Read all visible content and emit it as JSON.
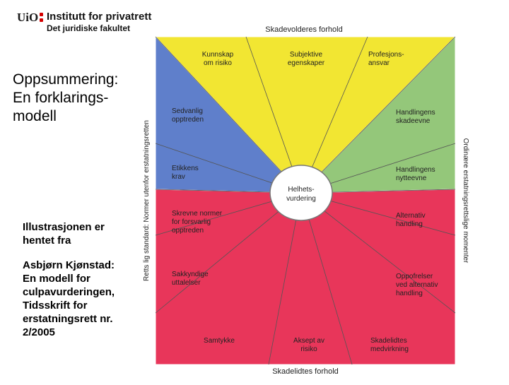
{
  "header": {
    "logo_mark": "UiO",
    "institute": "Institutt for privatrett",
    "faculty": "Det juridiske fakultet"
  },
  "title": {
    "line1": "Oppsummering:",
    "line2": "En forklarings-",
    "line3": "modell"
  },
  "caption": {
    "intro_line1": "Illustrasjonen er",
    "intro_line2": "hentet fra",
    "ref_line1": "Asbjørn Kjønstad:",
    "ref_line2": "En modell for",
    "ref_line3": "culpavurderingen,",
    "ref_line4": "Tidsskrift for",
    "ref_line5": "erstatningsrett nr.",
    "ref_line6": "2/2005"
  },
  "diagram": {
    "top_label": "Skadevolderes forhold",
    "bottom_label": "Skadelidtes forhold",
    "left_side_label": "Retts lig standard: Normer utenfor erstatningsretten",
    "right_side_label": "Ordinære erstatningsrettslige momenter",
    "center_line1": "Helhets-",
    "center_line2": "vurdering",
    "top_items": [
      {
        "l1": "Kunnskap",
        "l2": "om risiko"
      },
      {
        "l1": "Subjektive",
        "l2": "egenskaper"
      },
      {
        "l1": "Profesjons-",
        "l2": "ansvar"
      }
    ],
    "left_items": [
      {
        "l1": "Sedvanlig",
        "l2": "opptreden"
      },
      {
        "l1": "Etikkens",
        "l2": "krav"
      }
    ],
    "right_items": [
      {
        "l1": "Handlingens",
        "l2": "skadeevne"
      },
      {
        "l1": "Handlingens",
        "l2": "nytteevne"
      }
    ],
    "bottom_items": [
      {
        "l1": "Skrevne normer",
        "l2": "for forsvarlig",
        "l3": "opptreden"
      },
      {
        "l1": "Sakkyndige",
        "l2": "uttalelser"
      },
      {
        "l1": "Samtykke"
      },
      {
        "l1": "Aksept av",
        "l2": "risiko"
      },
      {
        "l1": "Skadelidtes",
        "l2": "medvirkning"
      },
      {
        "l1": "Oppofrelser",
        "l2": "ved alternativ",
        "l3": "handling"
      },
      {
        "l1": "Alternativ",
        "l2": "handling"
      }
    ],
    "colors": {
      "top": "#f2e632",
      "left": "#5f7fcb",
      "right": "#94c77a",
      "bottom": "#e8365a",
      "line": "#555555",
      "text": "#222222"
    }
  }
}
